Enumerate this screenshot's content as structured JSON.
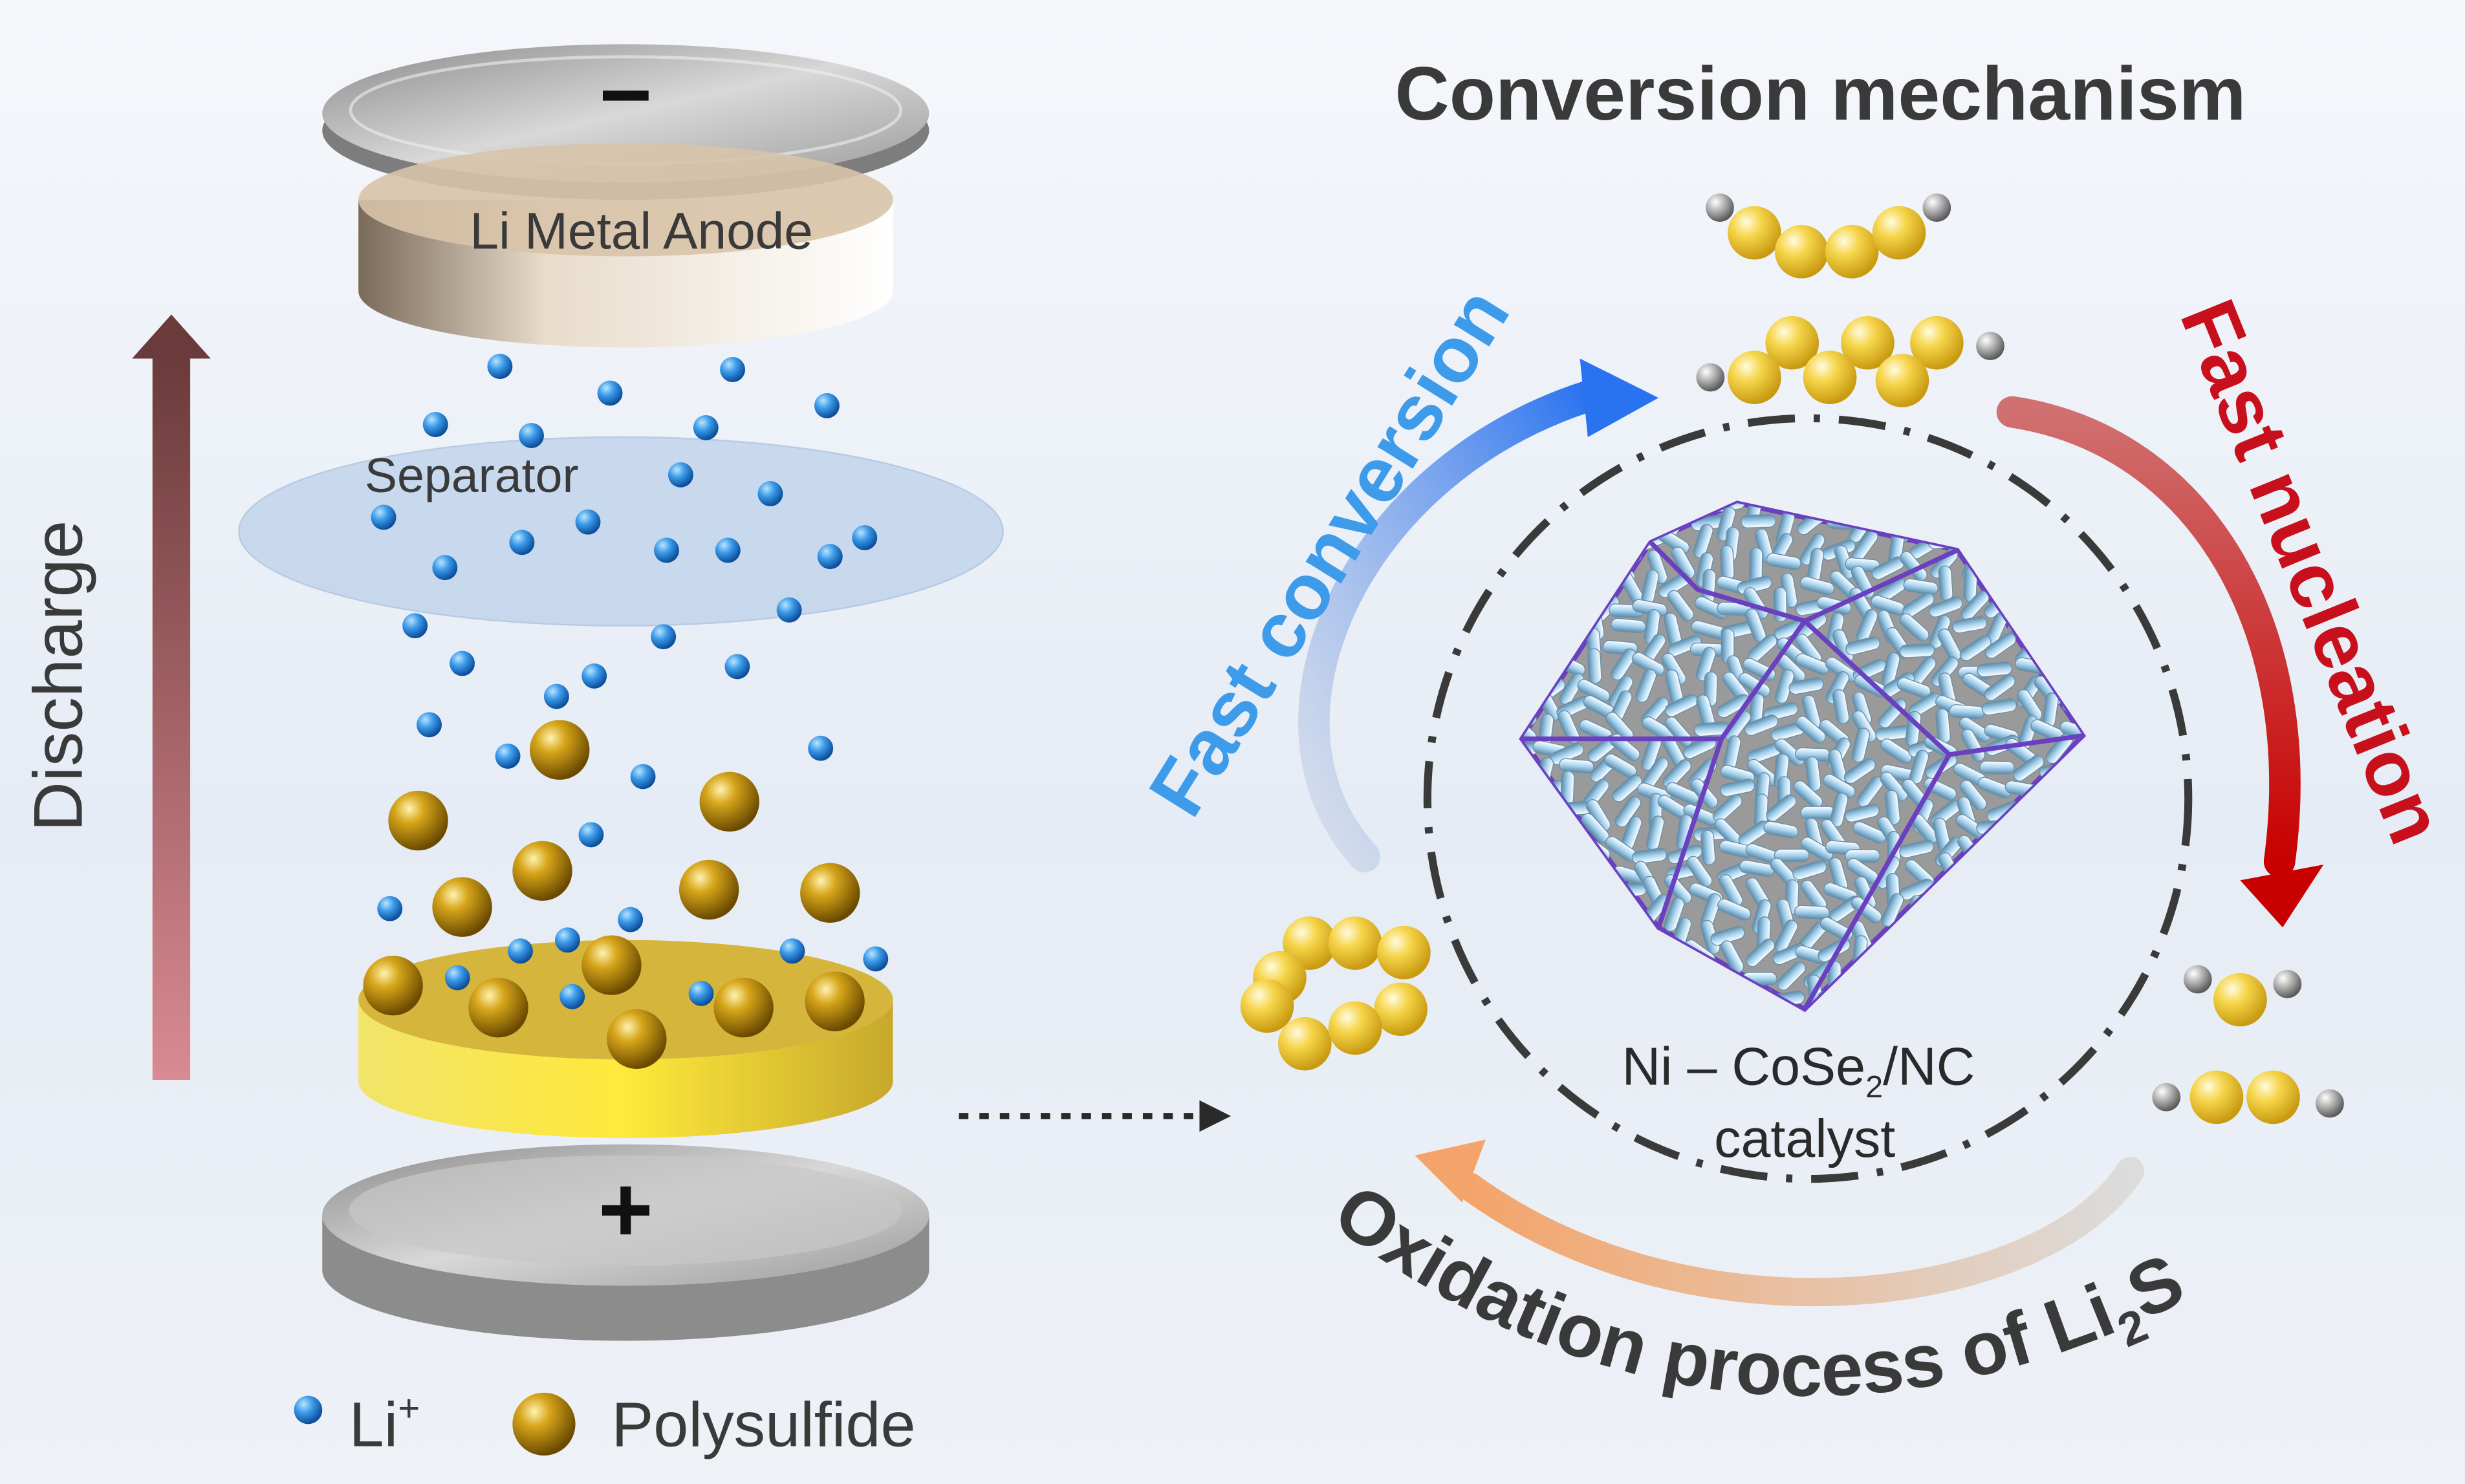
{
  "title": "Conversion mechanism",
  "battery": {
    "anode_sign": "−",
    "anode_label": "Li Metal Anode",
    "separator_label": "Separator",
    "cathode_sign": "+",
    "discharge_label": "Discharge"
  },
  "legend": {
    "li_label": "Li",
    "li_superscript": "+",
    "polysulfide_label": "Polysulfide"
  },
  "cycle": {
    "fast_conversion": "Fast conversion",
    "fast_nucleation": "Fast nucleation",
    "oxidation_prefix": "Oxidation process of Li",
    "oxidation_subscript": "2",
    "oxidation_suffix": "S"
  },
  "catalyst": {
    "line1_prefix": "Ni – CoSe",
    "line1_subscript": "2",
    "line1_suffix": "/NC",
    "line2": "catalyst"
  },
  "colors": {
    "title_text": "#3a3a3a",
    "fast_conversion": "#3d9be9",
    "fast_nucleation": "#c8101c",
    "oxidation_text": "#3a3a3a",
    "li_ion": "#1e78d2",
    "polysulfide": "#b8860b",
    "sulfur_atom": "#f2c230",
    "lithium_atom": "#8a8a8a",
    "catalyst_edge": "#6a3fc0"
  },
  "icons": [
    "li-ion-icon",
    "polysulfide-icon",
    "sulfur-atom-icon",
    "lithium-atom-icon",
    "dotted-arrow-icon"
  ]
}
